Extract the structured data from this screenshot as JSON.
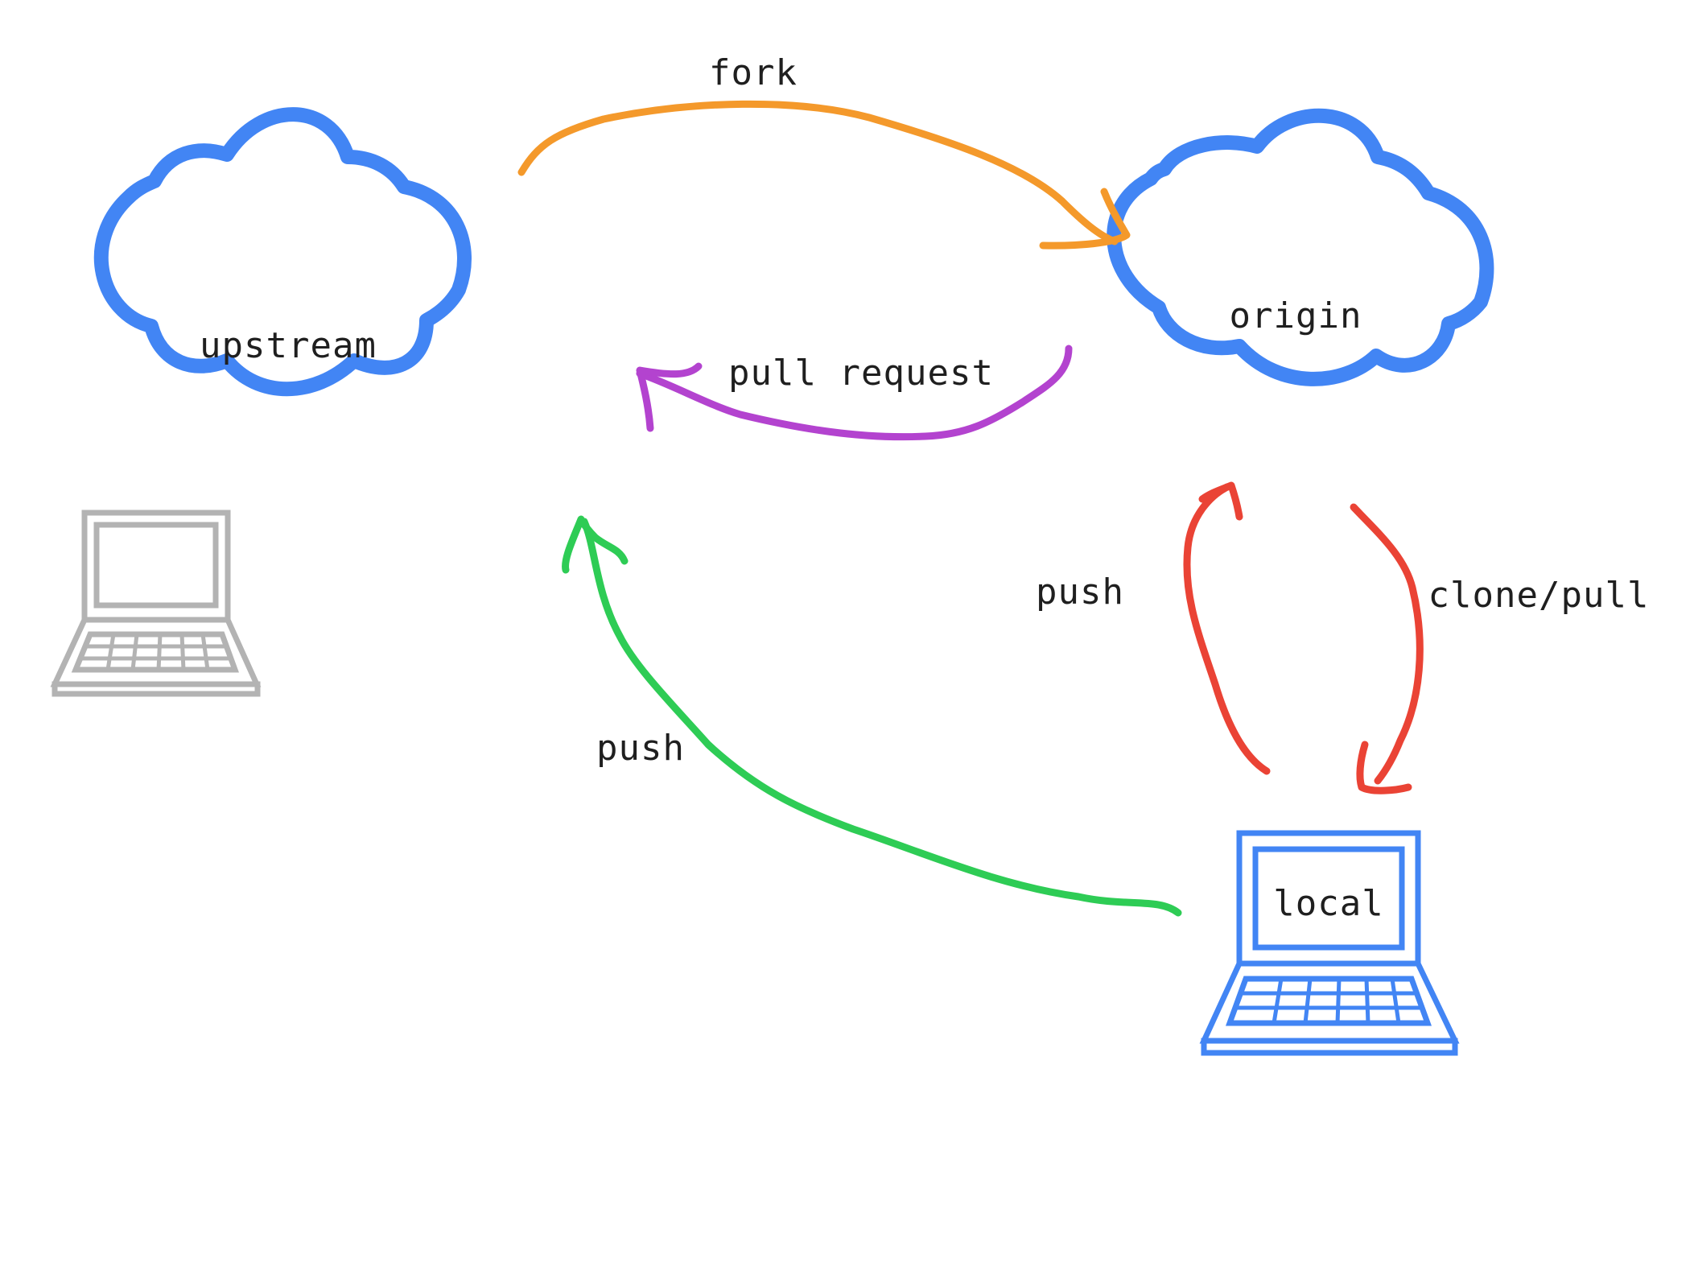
{
  "nodes": {
    "upstream": {
      "label": "upstream"
    },
    "origin": {
      "label": "origin"
    },
    "local": {
      "label": "local"
    }
  },
  "edges": {
    "fork": {
      "label": "fork",
      "from": "upstream",
      "to": "origin"
    },
    "pull_request": {
      "label": "pull request",
      "from": "origin",
      "to": "upstream"
    },
    "push_origin": {
      "label": "push",
      "from": "local",
      "to": "origin"
    },
    "clone_pull": {
      "label": "clone/pull",
      "from": "origin",
      "to": "local"
    },
    "push_upstream": {
      "label": "push",
      "from": "local",
      "to": "upstream"
    }
  },
  "colors": {
    "cloud": "#4285f4",
    "local_laptop": "#4285f4",
    "other_laptop": "#b3b3b3",
    "fork": "#f4992b",
    "pull_request": "#b343cf",
    "push_origin": "#ea4335",
    "clone_pull": "#ea4335",
    "push_upstream": "#2ecc55"
  },
  "icons": {
    "upstream": "cloud-icon",
    "origin": "cloud-icon",
    "local": "laptop-icon",
    "other": "laptop-icon"
  }
}
